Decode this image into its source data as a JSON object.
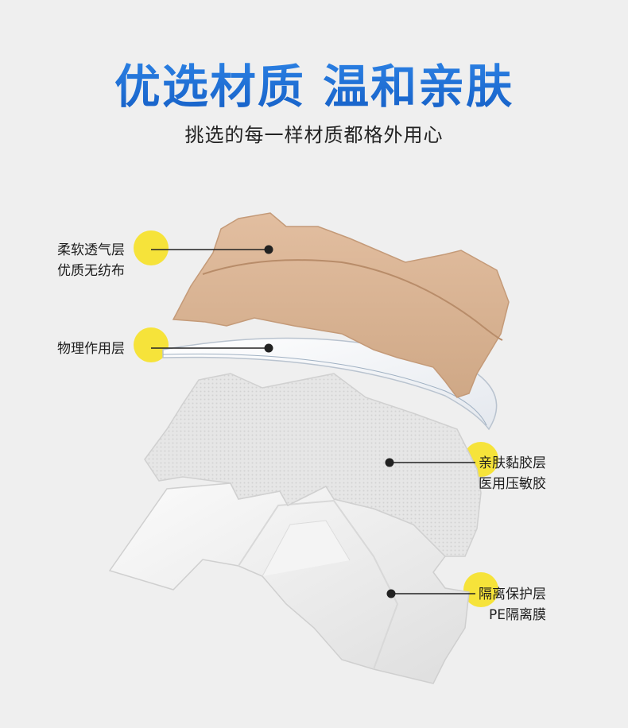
{
  "header": {
    "title": "优选材质 温和亲肤",
    "subtitle": "挑选的每一样材质都格外用心"
  },
  "layers": [
    {
      "line1": "柔软透气层",
      "line2": "优质无纺布"
    },
    {
      "line1": "物理作用层",
      "line2": ""
    },
    {
      "line1": "亲肤黏胶层",
      "line2": "医用压敏胶"
    },
    {
      "line1": "隔离保护层",
      "line2": "PE隔离膜"
    }
  ],
  "colors": {
    "title_blue": "#1a6fd6",
    "highlight_yellow": "#f6e33a",
    "fabric_tan": "#d9b393",
    "background": "#efefef"
  }
}
